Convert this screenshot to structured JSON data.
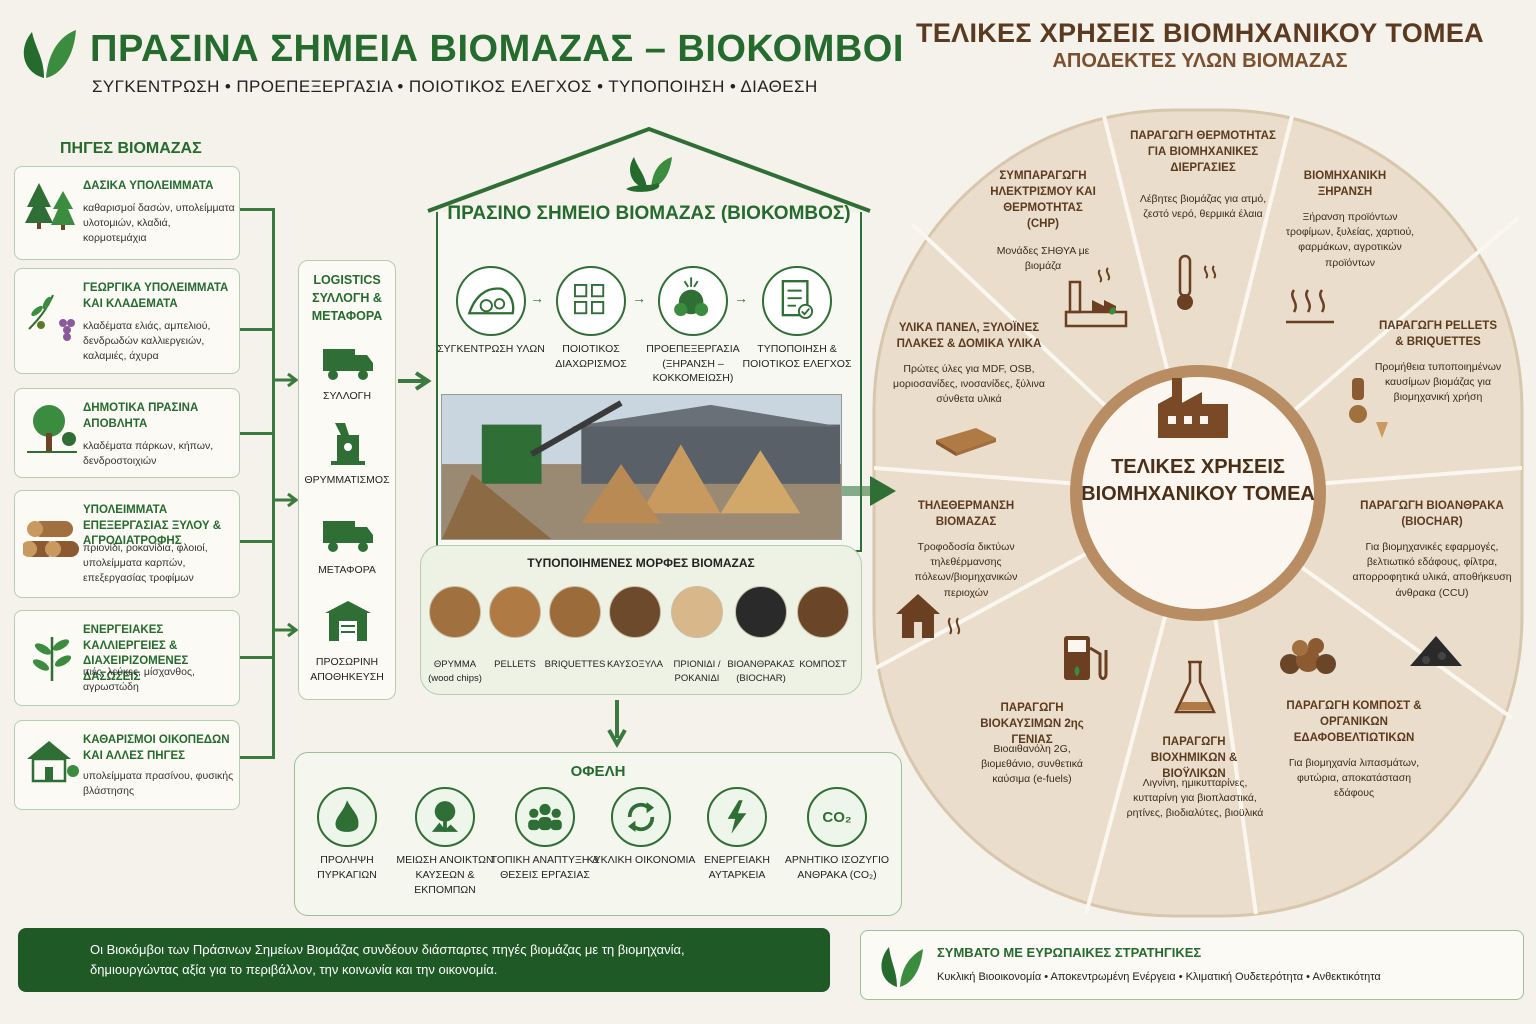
{
  "header": {
    "title": "ΠΡΑΣΙΝΑ ΣΗΜΕΙΑ ΒΙΟΜΑΖΑΣ – ΒΙΟΚΟΜΒΟΙ",
    "subtitle": "ΣΥΓΚΕΝΤΡΩΣΗ • ΠΡΟΕΠΕΞΕΡΓΑΣΙΑ • ΠΟΙΟΤΙΚΟΣ ΕΛΕΓΧΟΣ • ΤΥΠΟΠΟΙΗΣΗ • ΔΙΑΘΕΣΗ"
  },
  "sources": {
    "title": "ΠΗΓΕΣ ΒΙΟΜΑΖΑΣ",
    "items": [
      {
        "title": "ΔΑΣΙΚΑ ΥΠΟΛΕΙΜΜΑΤΑ",
        "desc": "καθαρισμοί δασών, υπολείμματα υλοτομιών, κλαδιά, κορμοτεμάχια",
        "icon": "trees-icon"
      },
      {
        "title": "ΓΕΩΡΓΙΚΑ ΥΠΟΛΕΙΜΜΑΤΑ ΚΑΙ ΚΛΑΔΕΜΑΤΑ",
        "desc": "κλαδέματα ελιάς, αμπελιού, δενδρωδών καλλιεργειών, καλαμιές, άχυρα",
        "icon": "olive-grape-icon"
      },
      {
        "title": "ΔΗΜΟΤΙΚΑ ΠΡΑΣΙΝΑ ΑΠΟΒΛΗΤΑ",
        "desc": "κλαδέματα πάρκων, κήπων, δενδροστοιχιών",
        "icon": "tree-icon"
      },
      {
        "title": "ΥΠΟΛΕΙΜΜΑΤΑ ΕΠΕΞΕΡΓΑΣΙΑΣ ΞΥΛΟΥ & ΑΓΡΟΔΙΑΤΡΟΦΗΣ",
        "desc": "πριονίδι, ροκανίδια, φλοιοί, υπολείμματα καρπών, επεξεργασίας τροφίμων",
        "icon": "logs-icon"
      },
      {
        "title": "ΕΝΕΡΓΕΙΑΚΕΣ ΚΑΛΛΙΕΡΓΕΙΕΣ & ΔΙΑΧΕΙΡΙΖΟΜΕΝΕΣ ΔΑΣΩΣΕΙΣ",
        "desc": "ιτιές, λεύκες, μίσχανθος, αγρωστώδη",
        "icon": "plant-icon"
      },
      {
        "title": "ΚΑΘΑΡΙΣΜΟΙ ΟΙΚΟΠΕΔΩΝ ΚΑΙ ΑΛΛΕΣ ΠΗΓΕΣ",
        "desc": "υπολείμματα πρασίνου, φυσικής βλάστησης",
        "icon": "house-icon"
      }
    ]
  },
  "logistics": {
    "title": "LOGISTICS ΣΥΛΛΟΓΗ & ΜΕΤΑΦΟΡΑ",
    "items": [
      {
        "label": "ΣΥΛΛΟΓΗ",
        "icon": "truck-icon"
      },
      {
        "label": "ΘΡΥΜΜΑΤΙΣΜΟΣ",
        "icon": "chipper-icon"
      },
      {
        "label": "ΜΕΤΑΦΟΡΑ",
        "icon": "truck-icon"
      },
      {
        "label": "ΠΡΟΣΩΡΙΝΗ ΑΠΟΘΗΚΕΥΣΗ",
        "icon": "warehouse-icon"
      }
    ]
  },
  "hub": {
    "title": "ΠΡΑΣΙΝΟ ΣΗΜΕΙΟ ΒΙΟΜΑΖΑΣ (ΒΙΟΚΟΜΒΟΣ)",
    "steps": [
      {
        "label": "ΣΥΓΚΕΝΤΡΩΣΗ ΥΛΩΝ",
        "icon": "pile-icon"
      },
      {
        "label": "ΠΟΙΟΤΙΚΟΣ ΔΙΑΧΩΡΙΣΜΟΣ",
        "icon": "sorting-icon"
      },
      {
        "label": "ΠΡΟΕΠΕΞΕΡΓΑΣΙΑ (ΞΗΡΑΝΣΗ – ΚΟΚΚΟΜΕΙΩΣΗ)",
        "icon": "processing-icon"
      },
      {
        "label": "ΤΥΠΟΠΟΙΗΣΗ & ΠΟΙΟΤΙΚΟΣ ΕΛΕΓΧΟΣ",
        "icon": "checklist-icon"
      }
    ]
  },
  "forms": {
    "title": "ΤΥΠΟΠΟΙΗΜΕΝΕΣ ΜΟΡΦΕΣ ΒΙΟΜΑΖΑΣ",
    "items": [
      {
        "label": "ΘΡΥΜΜΑ (wood chips)",
        "color": "#a0703e"
      },
      {
        "label": "PELLETS",
        "color": "#b07a45"
      },
      {
        "label": "BRIQUETTES",
        "color": "#9c6b3a"
      },
      {
        "label": "ΚΑΥΣΟΞΥΛΑ",
        "color": "#6e4a2c"
      },
      {
        "label": "ΠΡΙΟΝΙΔΙ / ΡΟΚΑΝΙΔΙ",
        "color": "#d8b88a"
      },
      {
        "label": "ΒΙΟΑΝΘΡΑΚΑΣ (BIOCHAR)",
        "color": "#2a2a2a"
      },
      {
        "label": "ΚΟΜΠΟΣΤ",
        "color": "#6b4528"
      }
    ]
  },
  "benefits": {
    "title": "ΟΦΕΛΗ",
    "items": [
      {
        "label": "ΠΡΟΛΗΨΗ ΠΥΡΚΑΓΙΩΝ",
        "icon": "fire-icon"
      },
      {
        "label": "ΜΕΙΩΣΗ ΑΝΟΙΚΤΩΝ ΚΑΥΣΕΩΝ & ΕΚΠΟΜΠΩΝ",
        "icon": "tree-reduction-icon"
      },
      {
        "label": "ΤΟΠΙΚΗ ΑΝΑΠΤΥΞΗ & ΘΕΣΕΙΣ ΕΡΓΑΣΙΑΣ",
        "icon": "people-icon"
      },
      {
        "label": "ΚΥΚΛΙΚΗ ΟΙΚΟΝΟΜΙΑ",
        "icon": "recycle-icon"
      },
      {
        "label": "ΕΝΕΡΓΕΙΑΚΗ ΑΥΤΑΡΚΕΙΑ",
        "icon": "lightning-icon"
      },
      {
        "label": "ΑΡΝΗΤΙΚΟ ΙΣΟΖΥΓΙΟ ΑΝΘΡΑΚΑ (CO₂)",
        "icon": "co2-icon",
        "badge": "CO₂"
      }
    ]
  },
  "footer": {
    "message": "Οι Βιοκόμβοι των Πράσινων Σημείων Βιομάζας συνδέουν διάσπαρτες πηγές βιομάζας με τη βιομηχανία, δημιουργώντας αξία για το περιβάλλον, την κοινωνία και την οικονομία.",
    "strategy_title": "ΣΥΜΒΑΤΟ ΜΕ ΕΥΡΩΠΑΙΚΕΣ ΣΤΡΑΤΗΓΙΚΕΣ",
    "strategy_items": "Κυκλική Βιοοικονομία • Αποκεντρωμένη Ενέργεια • Κλιματική Ουδετερότητα • Ανθεκτικότητα"
  },
  "enduses": {
    "title": "ΤΕΛΙΚΕΣ ΧΡΗΣΕΙΣ ΒΙΟΜΗΧΑΝΙΚΟΥ ΤΟΜΕΑ",
    "subtitle": "ΑΠΟΔΕΚΤΕΣ ΥΛΩΝ ΒΙΟΜΑΖΑΣ",
    "center": "ΤΕΛΙΚΕΣ ΧΡΗΣΕΙΣ ΒΙΟΜΗΧΑΝΙΚΟΥ ΤΟΜΕΑ",
    "segments": [
      {
        "title": "ΠΑΡΑΓΩΓΗ ΘΕΡΜΟΤΗΤΑΣ ΓΙΑ ΒΙΟΜΗΧΑΝΙΚΕΣ ΔΙΕΡΓΑΣΙΕΣ",
        "desc": "Λέβητες βιομάζας για ατμό, ζεστό νερό, θερμικά έλαια",
        "icon": "thermometer-icon"
      },
      {
        "title": "ΒΙΟΜΗΧΑΝΙΚΗ ΞΗΡΑΝΣΗ",
        "desc": "Ξήρανση προϊόντων τροφίμων, ξυλείας, χαρτιού, φαρμάκων, αγροτικών προϊόντων",
        "icon": "heat-icon"
      },
      {
        "title": "ΠΑΡΑΓΩΓΗ PELLETS & BRIQUETTES",
        "desc": "Προμήθεια τυποποιημένων καυσίμων βιομάζας για βιομηχανική χρήση",
        "icon": "pellets-icon"
      },
      {
        "title": "ΠΑΡΑΓΩΓΗ ΒΙΟΑΝΘΡΑΚΑ (BIOCHAR)",
        "desc": "Για βιομηχανικές εφαρμογές, βελτιωτικό εδάφους, φίλτρα, απορροφητικά υλικά, αποθήκευση άνθρακα (CCU)",
        "icon": "biochar-icon"
      },
      {
        "title": "ΠΑΡΑΓΩΓΗ ΚΟΜΠΟΣΤ & ΟΡΓΑΝΙΚΩΝ ΕΔΑΦΟΒΕΛΤΙΩΤΙΚΩΝ",
        "desc": "Για βιομηχανία λιπασμάτων, φυτώρια, αποκατάσταση εδάφους",
        "icon": "compost-icon"
      },
      {
        "title": "ΠΑΡΑΓΩΓΗ ΒΙΟΧΗΜΙΚΩΝ & ΒΙΟΫΛΙΚΩΝ",
        "desc": "Λιγνίνη, ημικυτταρίνες, κυτταρίνη για βιοπλαστικά, ρητίνες, βιοδιαλύτες, βιοϋλικά",
        "icon": "flask-icon"
      },
      {
        "title": "ΠΑΡΑΓΩΓΗ ΒΙΟΚΑΥΣΙΜΩΝ 2ης ΓΕΝΙΑΣ",
        "desc": "Βιοαιθανόλη 2G, βιομεθάνιο, συνθετικά καύσιμα (e-fuels)",
        "icon": "fuel-pump-icon"
      },
      {
        "title": "ΤΗΛΕΘΕΡΜΑΝΣΗ ΒΙΟΜΑΖΑΣ",
        "desc": "Τροφοδοσία δικτύων τηλεθέρμανσης πόλεων/βιομηχανικών περιοχών",
        "icon": "house-heat-icon"
      },
      {
        "title": "ΥΛΙΚΑ ΠΑΝΕΛ, ΞΥΛΟΪΝΕΣ ΠΛΑΚΕΣ & ΔΟΜΙΚΑ ΥΛΙΚΑ",
        "desc": "Πρώτες ύλες για MDF, OSB, μοριοσανίδες, ινοσανίδες, ξύλινα σύνθετα υλικά",
        "icon": "panel-icon"
      },
      {
        "title": "ΣΥΜΠΑΡΑΓΩΓΗ ΗΛΕΚΤΡΙΣΜΟΥ ΚΑΙ ΘΕΡΜΟΤΗΤΑΣ (CHP)",
        "desc": "Μονάδες ΣΗΘΥΑ με βιομάζα",
        "icon": "chp-plant-icon"
      }
    ]
  },
  "colors": {
    "green": "#256b2e",
    "brown": "#5b3a1f",
    "wheel": "#eaddcb"
  }
}
